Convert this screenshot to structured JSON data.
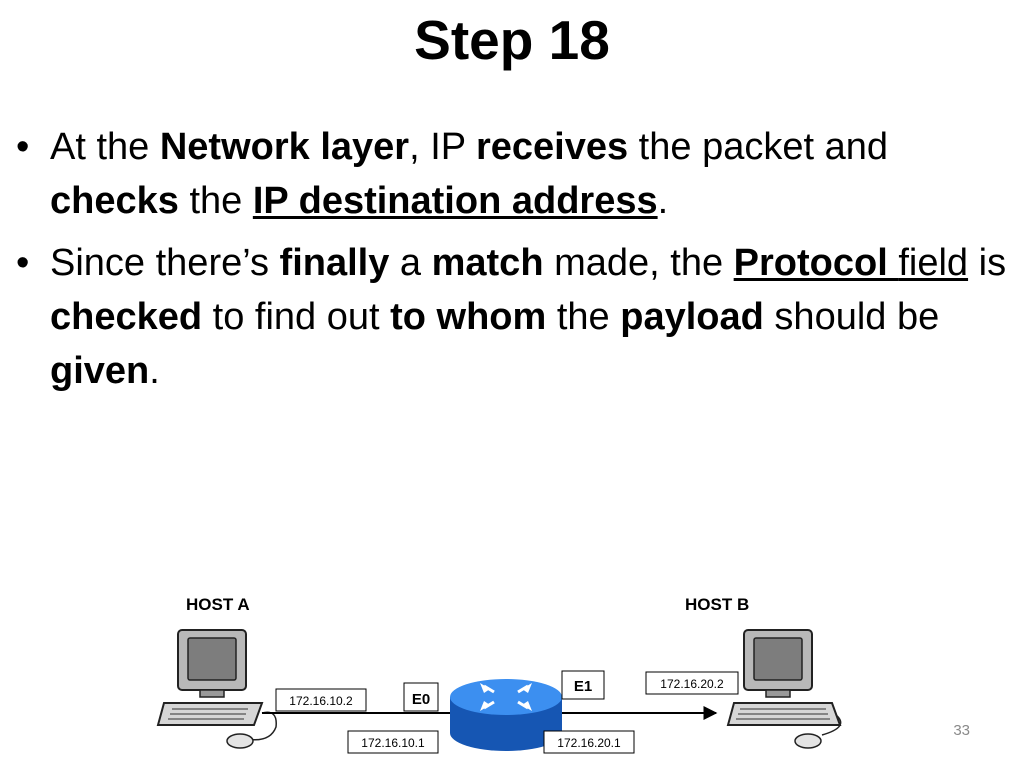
{
  "slide": {
    "title": "Step 18",
    "page_number": "33"
  },
  "bullets": [
    {
      "segments": [
        {
          "text": "At the ",
          "bold": false,
          "underline": false
        },
        {
          "text": "Network layer",
          "bold": true,
          "underline": false
        },
        {
          "text": ", IP ",
          "bold": false,
          "underline": false
        },
        {
          "text": "receives",
          "bold": true,
          "underline": false
        },
        {
          "text": " the packet and ",
          "bold": false,
          "underline": false
        },
        {
          "text": "checks",
          "bold": true,
          "underline": false
        },
        {
          "text": " the ",
          "bold": false,
          "underline": false
        },
        {
          "text": "IP destination address",
          "bold": true,
          "underline": true
        },
        {
          "text": ".",
          "bold": false,
          "underline": false
        }
      ]
    },
    {
      "segments": [
        {
          "text": "Since there’s ",
          "bold": false,
          "underline": false
        },
        {
          "text": "finally",
          "bold": true,
          "underline": false
        },
        {
          "text": " a ",
          "bold": false,
          "underline": false
        },
        {
          "text": "match",
          "bold": true,
          "underline": false
        },
        {
          "text": " made, the ",
          "bold": false,
          "underline": false
        },
        {
          "text": "Protocol ",
          "bold": true,
          "underline": true
        },
        {
          "text": "field",
          "bold": false,
          "underline": true
        },
        {
          "text": " is ",
          "bold": false,
          "underline": false
        },
        {
          "text": "checked",
          "bold": true,
          "underline": false
        },
        {
          "text": " to find out ",
          "bold": false,
          "underline": false
        },
        {
          "text": "to whom",
          "bold": true,
          "underline": false
        },
        {
          "text": " the ",
          "bold": false,
          "underline": false
        },
        {
          "text": "payload",
          "bold": true,
          "underline": false
        },
        {
          "text": " should be ",
          "bold": false,
          "underline": false
        },
        {
          "text": "given",
          "bold": true,
          "underline": false
        },
        {
          "text": ".",
          "bold": false,
          "underline": false
        }
      ]
    }
  ],
  "diagram": {
    "host_a": {
      "label": "HOST A",
      "ip": "172.16.10.2"
    },
    "host_b": {
      "label": "HOST B",
      "ip": "172.16.20.2"
    },
    "router": {
      "e0_label": "E0",
      "e0_ip": "172.16.10.1",
      "e1_label": "E1",
      "e1_ip": "172.16.20.1"
    },
    "colors": {
      "router_blue": "#1f74d6",
      "monitor_gray": "#9a9a9a",
      "screen_gray": "#7d7d7d"
    }
  }
}
